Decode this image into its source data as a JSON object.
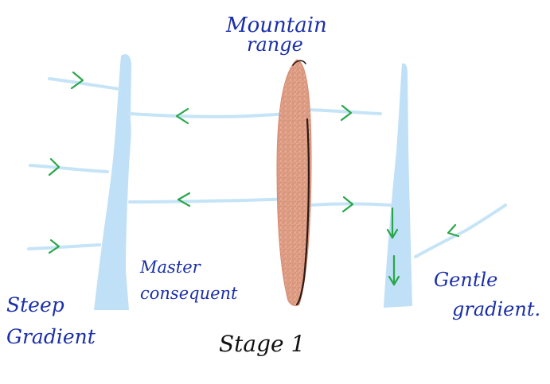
{
  "labels": {
    "mountain_line1": "Mountain",
    "mountain_line2": "range",
    "master_line1": "Master",
    "master_line2": "consequent",
    "steep_line1": "Steep",
    "steep_line2": "Gradient",
    "gentle_line1": "Gentle",
    "gentle_line2": "gradient.",
    "stage": "Stage 1"
  },
  "colors": {
    "water": "#bfe0f6",
    "arrow": "#2aa64a",
    "mountain": "#dc9f86",
    "handwriting_blue": "#1b2fa8",
    "handwriting_black": "#111111"
  },
  "icons": {
    "flow_arrow": "chevron-arrow"
  }
}
